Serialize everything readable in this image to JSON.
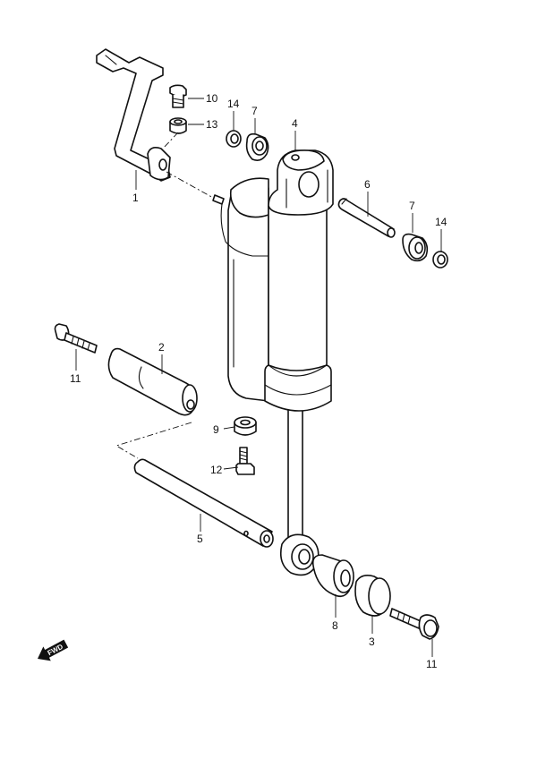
{
  "callouts": {
    "p1": "1",
    "p2": "2",
    "p3": "3",
    "p4": "4",
    "p5": "5",
    "p6": "6",
    "p7a": "7",
    "p7b": "7",
    "p8": "8",
    "p9": "9",
    "p10": "10",
    "p11a": "11",
    "p11b": "11",
    "p12": "12",
    "p13": "13",
    "p14a": "14",
    "p14b": "14"
  },
  "fwd_label": "FWD"
}
